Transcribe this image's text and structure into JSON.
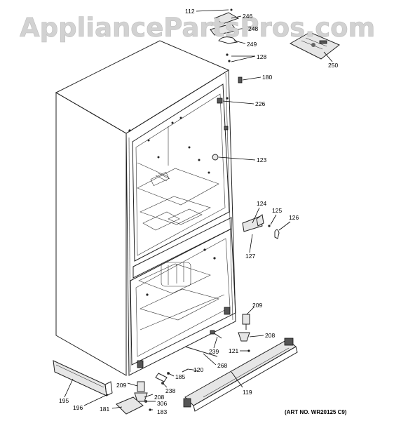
{
  "watermark": "AppliancePartsPros.com",
  "art_number": "(ART NO. WR20125 C9)",
  "callouts": {
    "p112": "112",
    "p246": "246",
    "p248": "248",
    "p249": "249",
    "p128": "128",
    "p250": "250",
    "p180": "180",
    "p226": "226",
    "p123": "123",
    "p124": "124",
    "p125": "125",
    "p126": "126",
    "p127": "127",
    "p209a": "209",
    "p208a": "208",
    "p121": "121",
    "p239": "239",
    "p268": "268",
    "p120": "120",
    "p185": "185",
    "p238": "238",
    "p209b": "209",
    "p208b": "208",
    "p195": "195",
    "p196": "196",
    "p181": "181",
    "p306": "306",
    "p183": "183",
    "p119": "119"
  }
}
